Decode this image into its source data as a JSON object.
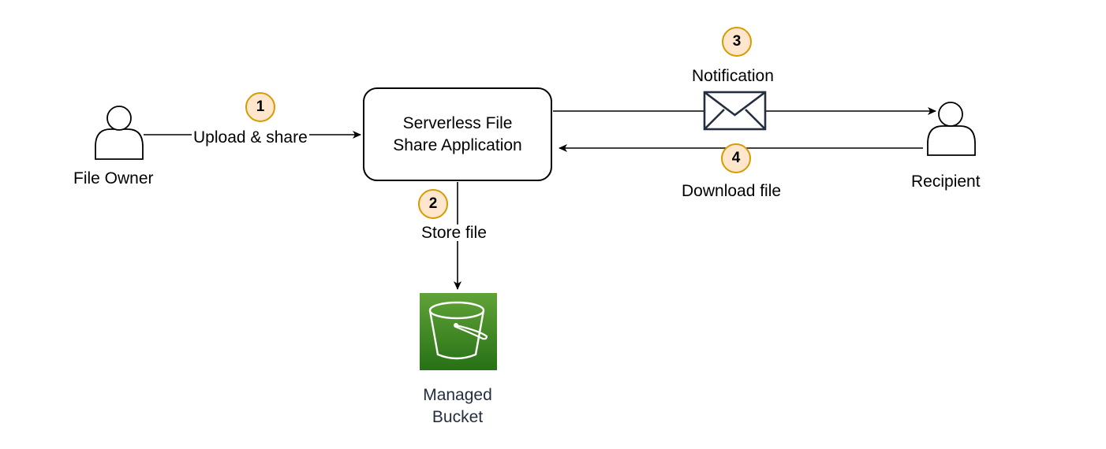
{
  "nodes": {
    "file_owner": {
      "label": "File Owner",
      "icon": "user-icon"
    },
    "app": {
      "label": "Serverless File Share Application"
    },
    "bucket": {
      "label": "Managed Bucket",
      "icon": "s3-bucket-icon",
      "color": "#3f8624"
    },
    "recipient": {
      "label": "Recipient",
      "icon": "user-icon"
    },
    "notification": {
      "icon": "envelope-icon"
    }
  },
  "edges": [
    {
      "step": "1",
      "label": "Upload & share"
    },
    {
      "step": "2",
      "label": "Store file"
    },
    {
      "step": "3",
      "label": "Notification"
    },
    {
      "step": "4",
      "label": "Download file"
    }
  ],
  "colors": {
    "badge_fill": "#ffe6cc",
    "badge_stroke": "#d79b00",
    "bucket_green": "#3f8624",
    "envelope_stroke": "#232f3e"
  }
}
